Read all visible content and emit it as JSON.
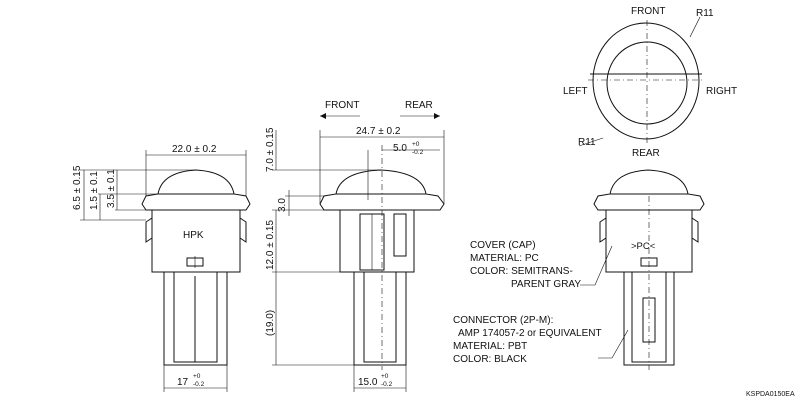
{
  "labels": {
    "front_top": "FRONT",
    "r11_top": "R11",
    "left": "LEFT",
    "right": "RIGHT",
    "r11_bottom": "R11",
    "rear_bottom": "REAR",
    "front_side": "FRONT",
    "rear_side": "REAR",
    "hpk": "HPK",
    "pc_mark": ">PC<",
    "drawing_code": "KSPDA0150EA"
  },
  "dimensions": {
    "width_front": "22.0 ± 0.2",
    "height_cap": "6.5 ± 0.15",
    "height_1_5": "1.5 ± 0.1",
    "height_3_5": "3.5 ± 0.1",
    "base_front_main": "17",
    "base_front_tol_upper": "+0",
    "base_front_tol_lower": "-0.2",
    "width_side": "24.7 ± 0.2",
    "offset_5_main": "5.0",
    "offset_5_tol_upper": "+0",
    "offset_5_tol_lower": "-0.2",
    "height_7": "7.0 ± 0.15",
    "height_3": "3.0",
    "height_12": "12.0 ± 0.15",
    "height_19": "(19.0)",
    "base_side_main": "15.0",
    "base_side_tol_upper": "+0",
    "base_side_tol_lower": "-0.2"
  },
  "notes": {
    "cover": [
      "COVER (CAP)",
      "MATERIAL: PC",
      "COLOR: SEMITRANS-",
      "PARENT GRAY"
    ],
    "connector": [
      "CONNECTOR (2P-M):",
      "AMP 174057-2 or EQUIVALENT",
      "MATERIAL: PBT",
      "COLOR: BLACK"
    ]
  }
}
